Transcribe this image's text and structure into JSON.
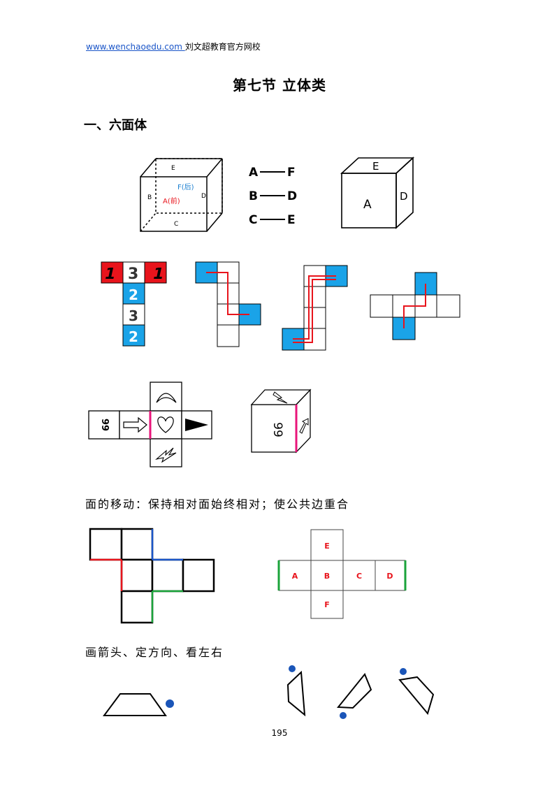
{
  "header": {
    "site": "www.wenchaoedu.com ",
    "org": "刘文超教育官方网校"
  },
  "title": "第七节  立体类",
  "section": "一、六面体",
  "cube1": {
    "labels": {
      "top": "E",
      "back": "F(后)",
      "front": "A(前)",
      "left": "B",
      "right": "D",
      "bottom": "C"
    }
  },
  "pairs": [
    {
      "a": "A",
      "b": "F"
    },
    {
      "a": "B",
      "b": "D"
    },
    {
      "a": "C",
      "b": "E"
    }
  ],
  "cube2": {
    "top": "E",
    "front": "A",
    "right": "D"
  },
  "net_numbers": [
    "1",
    "3",
    "1",
    "2",
    "3",
    "2"
  ],
  "face_text": "99",
  "caption1": "面的移动：保持相对面始终相对；使公共边重合",
  "cross": {
    "top": "E",
    "left": "A",
    "center": "B",
    "right1": "C",
    "right2": "D",
    "bottom": "F"
  },
  "caption2": "画箭头、定方向、看左右",
  "page_number": "195",
  "colors": {
    "blue_face": "#1aa3e8",
    "red_face": "#e8141c",
    "red_line": "#e8141c",
    "green_line": "#1aa33a",
    "blue_line": "#1a55c8",
    "pink_line": "#e8147a",
    "dot": "#1a55b8"
  }
}
